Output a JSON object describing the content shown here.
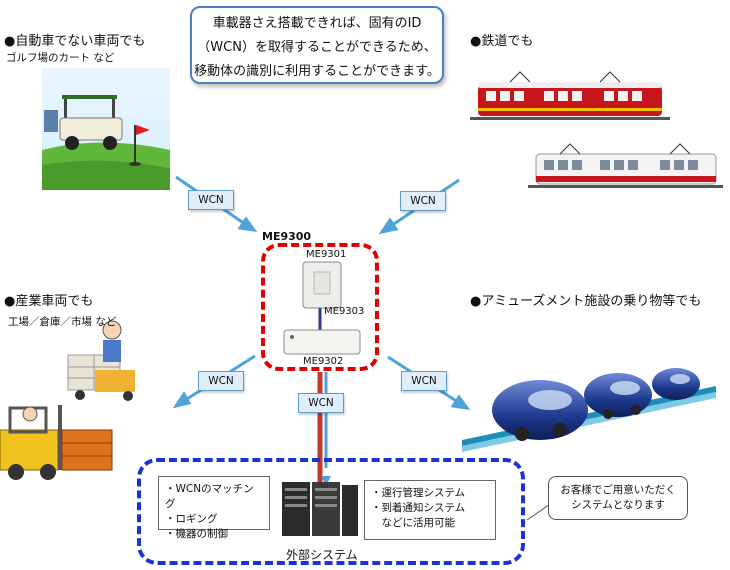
{
  "callout": {
    "line1": "車載器さえ搭載できれば、固有のID",
    "line2": "（WCN）を取得することができるため、",
    "line3": "移動体の識別に利用することができます。"
  },
  "sections": {
    "non_vehicle": {
      "title": "●自動車でない車両でも",
      "sub": "ゴルフ場のカート など"
    },
    "railway": {
      "title": "●鉄道でも"
    },
    "industrial": {
      "title": "●産業車両でも",
      "sub": "工場／倉庫／市場 など"
    },
    "amusement": {
      "title": "●アミューズメント施設の乗り物等でも"
    }
  },
  "wcn_label": "WCN",
  "devices": {
    "group": "ME9300",
    "d1": "ME9301",
    "d3": "ME9303",
    "d2": "ME9302"
  },
  "external": {
    "label": "外部システム",
    "left_items": [
      "・WCNのマッチング",
      "・ロギング",
      "・機器の制御"
    ],
    "right_items": [
      "・運行管理システム",
      "・到着通知システム",
      "　などに活用可能"
    ]
  },
  "note": {
    "line1": "お客様でご用意いただく",
    "line2": "システムとなります"
  },
  "colors": {
    "callout_border": "#4a7fc1",
    "me_border": "#e00000",
    "ext_border": "#1a33d6",
    "arrow": "#4fa3d9",
    "link": "#c0392b"
  }
}
